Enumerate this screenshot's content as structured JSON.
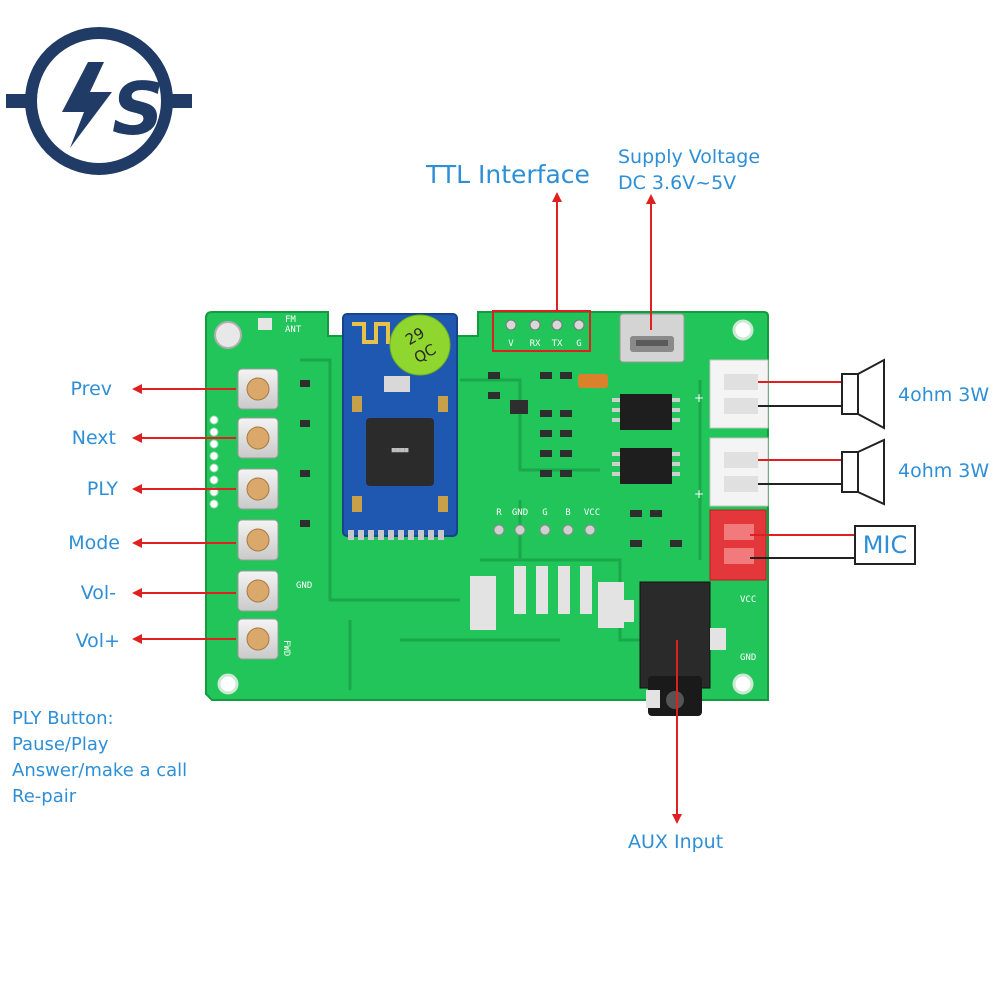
{
  "logo": {
    "text": "S"
  },
  "labels": {
    "ttl": "TTL Interface",
    "supply_line1": "Supply Voltage",
    "supply_line2": "DC 3.6V~5V",
    "speaker1": "4ohm 3W",
    "speaker2": "4ohm 3W",
    "mic": "MIC",
    "aux": "AUX Input"
  },
  "buttons": [
    "Prev",
    "Next",
    "PLY",
    "Mode",
    "Vol-",
    "Vol+"
  ],
  "ply_note": {
    "title": "PLY Button:",
    "lines": [
      "Pause/Play",
      "Answer/make a call",
      "Re-pair"
    ]
  },
  "pcb": {
    "ttl_pins": [
      "V",
      "RX",
      "TX",
      "G"
    ],
    "bottom_pins": [
      "R",
      "GND",
      "G",
      "B",
      "VCC"
    ],
    "antenna": [
      "FM",
      "ANT"
    ],
    "side_labels": [
      "GND",
      "FWD",
      "VCC",
      "GND"
    ],
    "chip_mark": [
      "QC",
      "29"
    ]
  },
  "colors": {
    "label_blue": "#2e8fd6",
    "arrow_red": "#e02020",
    "pcb_green": "#22c55a",
    "logo_navy": "#1f3b66",
    "module_blue": "#1f58b0"
  }
}
